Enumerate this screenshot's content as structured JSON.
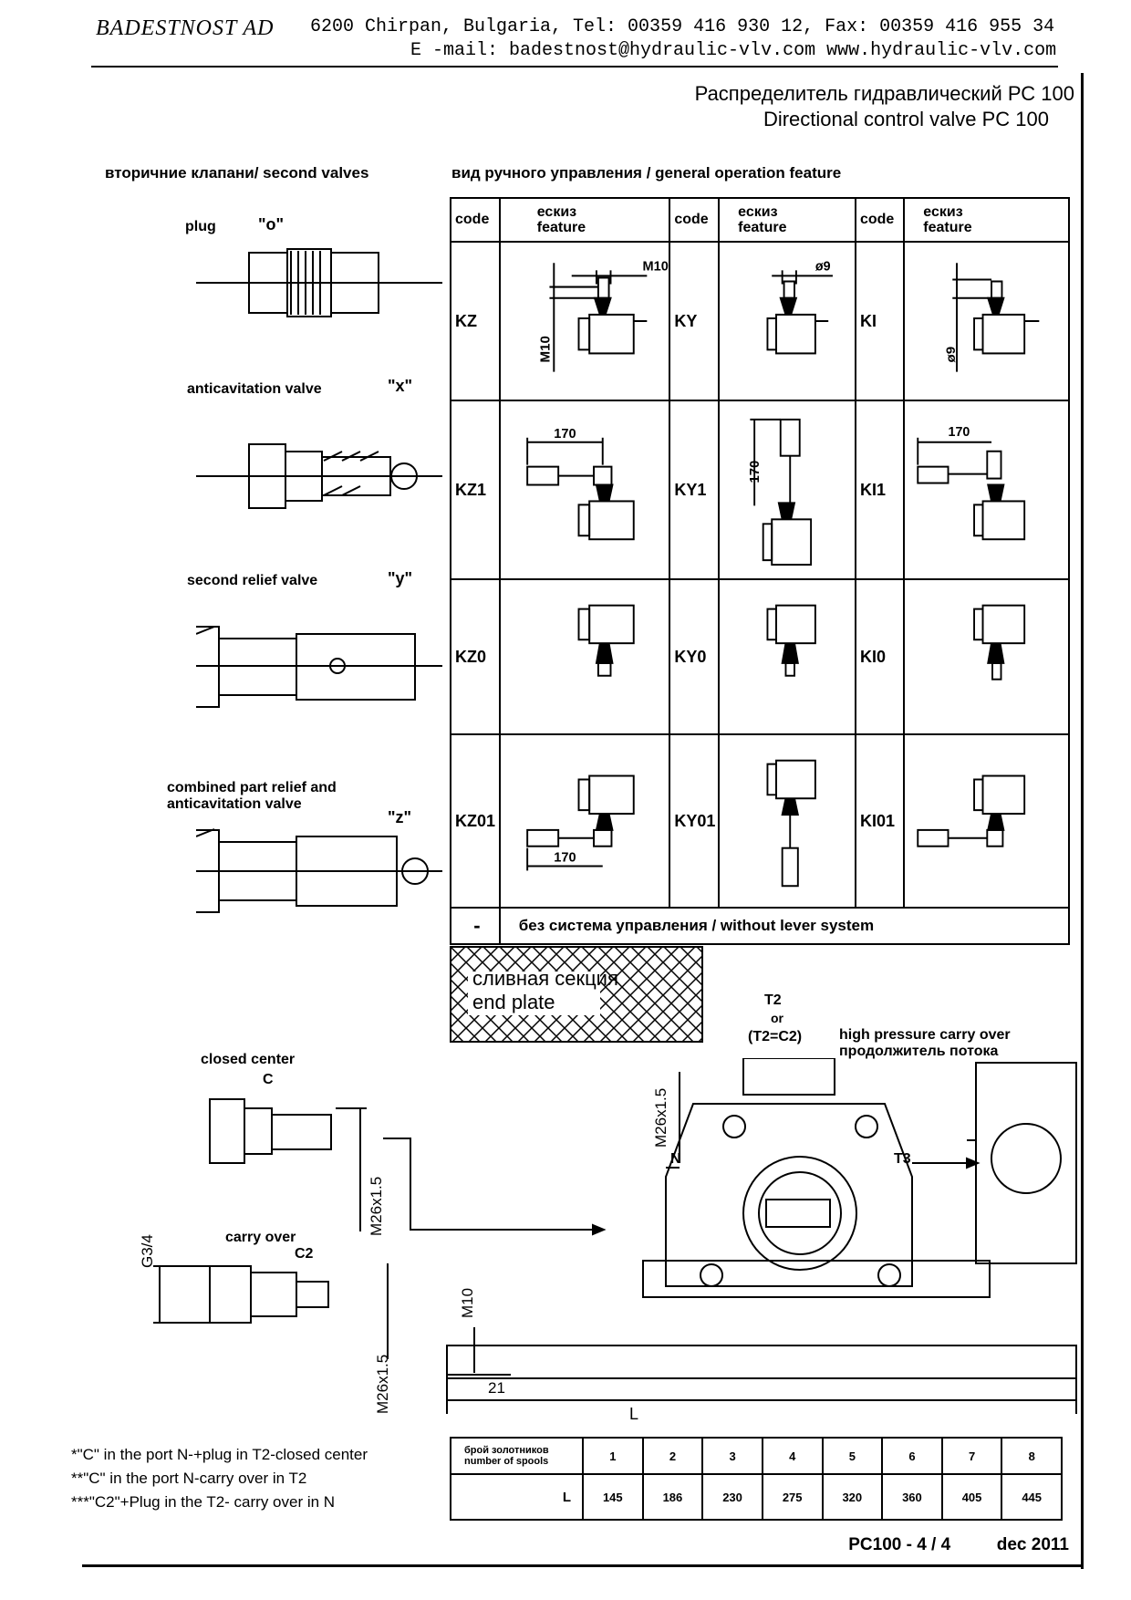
{
  "header": {
    "company": "BADESTNOST AD",
    "address": "6200 Chirpan, Bulgaria, Tel: 00359 416 930 12, Fax: 00359 416 955 34",
    "email_line": "E -mail: badestnost@hydraulic-vlv.com www.hydraulic-vlv.com",
    "title_ru": "Распределитель гидравлический РС 100",
    "title_en": "Directional control valve PC 100"
  },
  "sections": {
    "second_valves": "вторичние клапани/ second valves",
    "general_operation": "вид ручного управления / general operation feature"
  },
  "valves": {
    "plug": "plug",
    "plug_code": "\"o\"",
    "anticavitation": "anticavitation valve",
    "anticavitation_code": "\"x\"",
    "relief": "second relief valve",
    "relief_code": "\"y\"",
    "combined_1": "combined part relief and",
    "combined_2": "anticavitation valve",
    "combined_code": "\"z\""
  },
  "table": {
    "header": {
      "code": "code",
      "sketch_ru": "ескиз",
      "sketch_en": "feature"
    },
    "rows": [
      [
        "KZ",
        "KY",
        "KI"
      ],
      [
        "KZ1",
        "KY1",
        "KI1"
      ],
      [
        "KZ0",
        "KY0",
        "KI0"
      ],
      [
        "KZ01",
        "KY01",
        "KI01"
      ]
    ],
    "dims": {
      "m10": "M10",
      "d9": "ø9",
      "len170": "170"
    },
    "none_code": "-",
    "none_text": "без система управления / without lever system"
  },
  "end_plate": {
    "ru": "сливная секция",
    "en": "end plate"
  },
  "ports": {
    "closed_center": "closed center",
    "closed_center_code": "C",
    "carry_over": "carry over",
    "carry_over_code": "C2",
    "thread": "M26x1.5",
    "g34": "G3/4",
    "t2": "T2",
    "or": "or",
    "t2c2": "(T2=C2)",
    "hp_en": "high pressure carry over",
    "hp_ru": "продолжитель потока",
    "n": "N",
    "t3": "T3",
    "m10": "M10",
    "dim21": "21",
    "len_l": "L"
  },
  "spools": {
    "header_ru": "брой золотников",
    "header_en": "number of spools",
    "row_label": "L",
    "numbers": [
      "1",
      "2",
      "3",
      "4",
      "5",
      "6",
      "7",
      "8"
    ],
    "lengths": [
      "145",
      "186",
      "230",
      "275",
      "320",
      "360",
      "405",
      "445"
    ]
  },
  "notes": [
    "*\"C\" in the port N-+plug in T2-closed center",
    "**\"C\" in the port N-carry over in T2",
    "***\"C2\"+Plug in the T2- carry over in N"
  ],
  "footer": {
    "doc": "PC100 - 4 / 4",
    "date": "dec 2011"
  }
}
